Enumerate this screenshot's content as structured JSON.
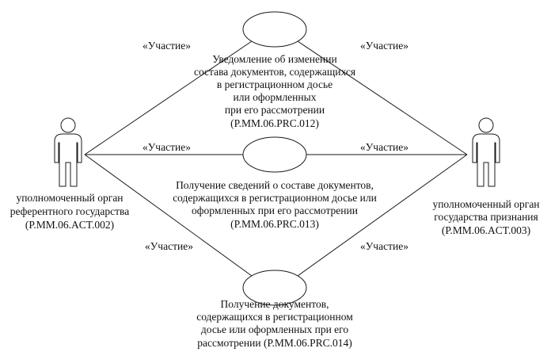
{
  "stereotype": "«Участие»",
  "actors": [
    {
      "lines": [
        "уполномоченный орган",
        "референтного государства",
        "(P.MM.06.ACT.002)"
      ]
    },
    {
      "lines": [
        "уполномоченный орган",
        "государства признания",
        "(P.MM.06.ACT.003)"
      ]
    }
  ],
  "use_cases": [
    {
      "lines": [
        "Уведомление об изменении",
        "состава документов, содержащихся",
        "в регистрационном досье",
        "или оформленных",
        "при его рассмотрении",
        "(P.MM.06.PRC.012)"
      ]
    },
    {
      "lines": [
        "Получение сведений о составе документов,",
        "содержащихся в регистрационном досье или",
        "оформленных при его рассмотрении",
        "(P.MM.06.PRC.013)"
      ]
    },
    {
      "lines": [
        "Получение документов,",
        "содержащихся в регистрационном",
        "досье или оформленных при его",
        "рассмотрении (P.MM.06.PRC.014)"
      ]
    }
  ]
}
